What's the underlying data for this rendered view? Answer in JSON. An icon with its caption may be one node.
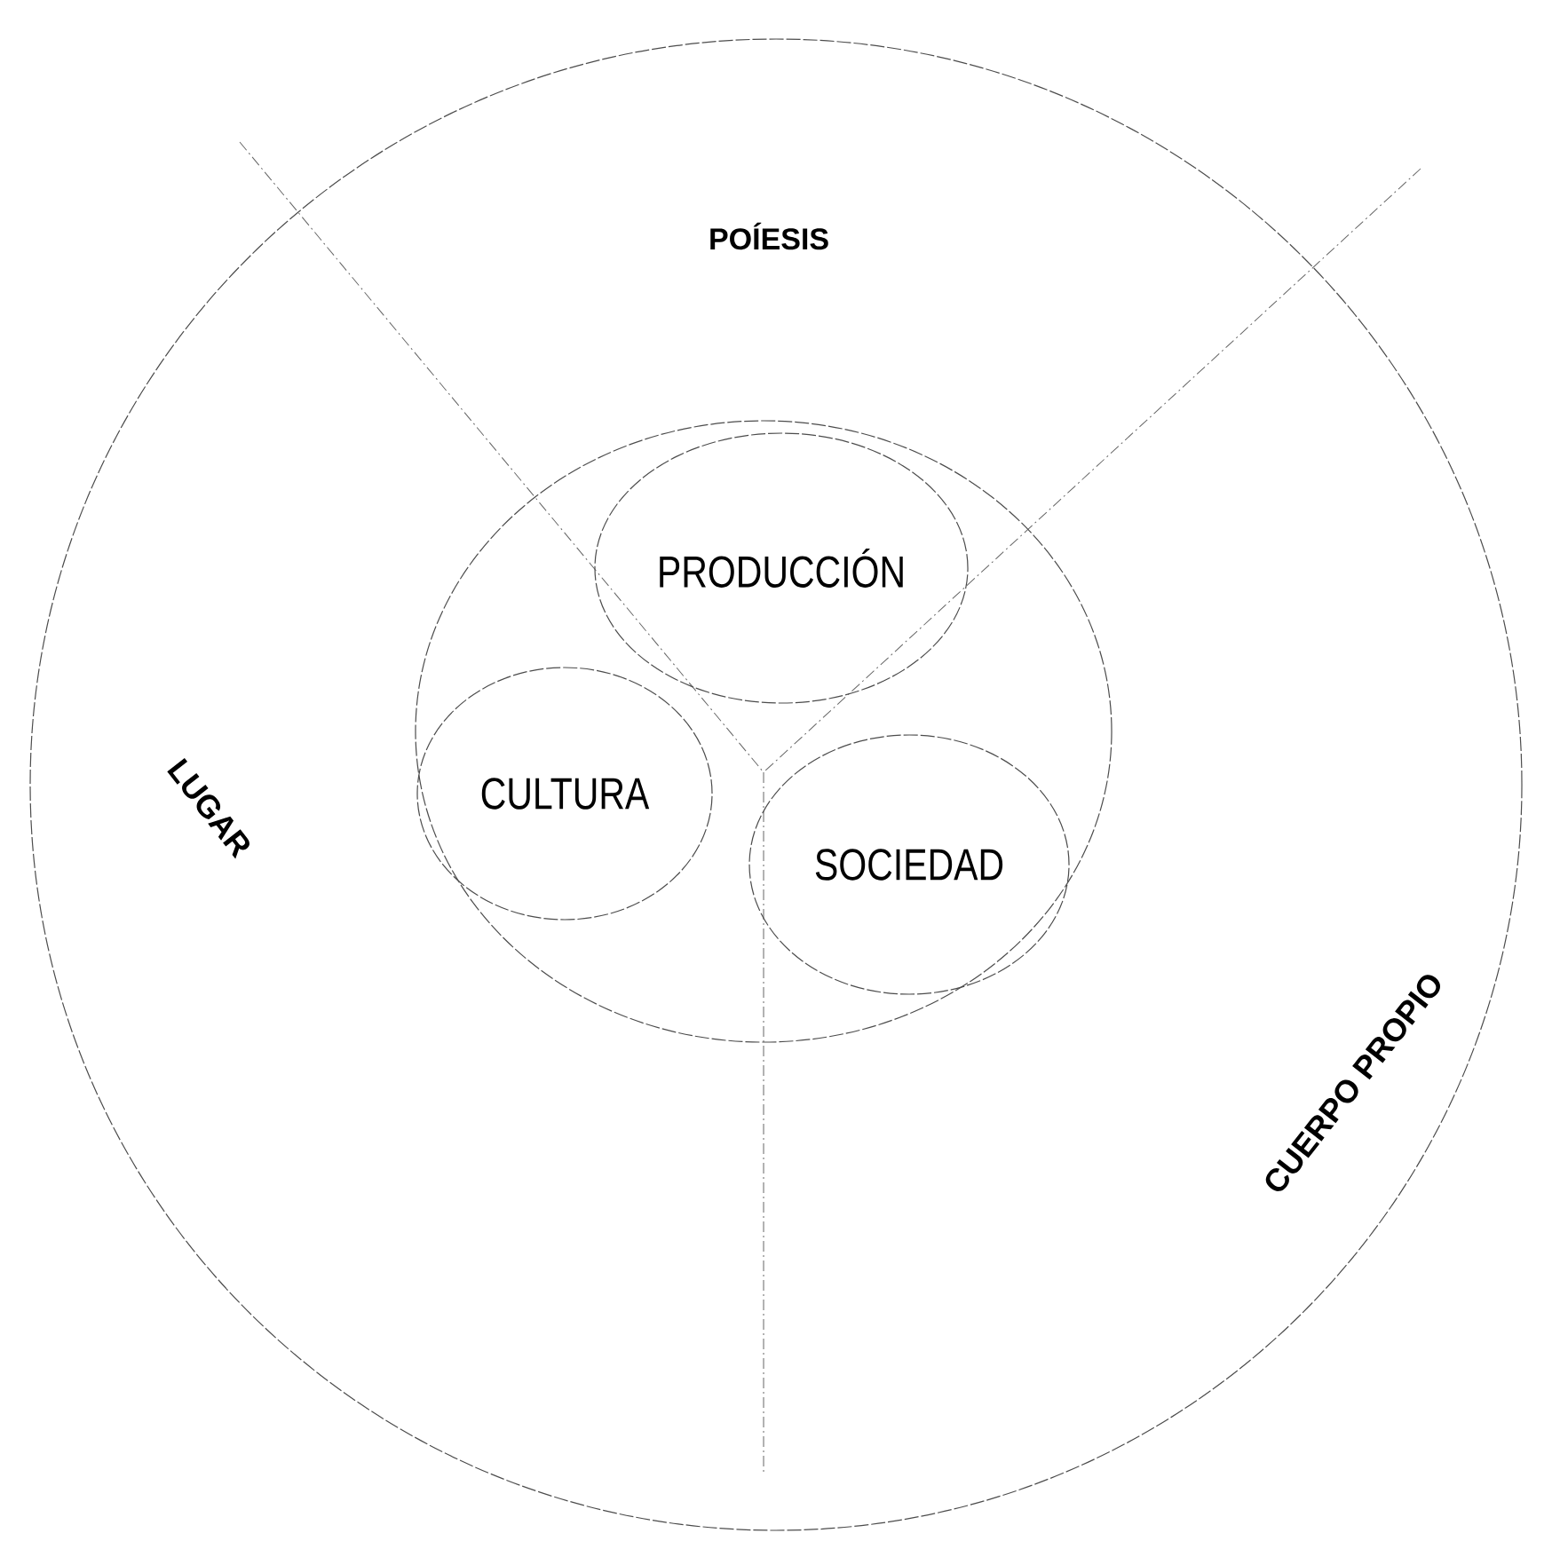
{
  "diagram": {
    "nodes": [
      {
        "text": [],
        "shape": "circle"
      },
      {
        "text": [],
        "shape": "circle",
        "in": 0
      },
      {
        "text": [
          "PRODUCCIÓN"
        ],
        "in": 1
      },
      {
        "text": [
          "CULTURA"
        ],
        "in": 1
      },
      {
        "text": [
          "SOCIEDAD"
        ],
        "in": 1
      }
    ],
    "labels": [
      "POÍESIS",
      "LUGAR",
      "CUERPO PROPIO"
    ]
  }
}
